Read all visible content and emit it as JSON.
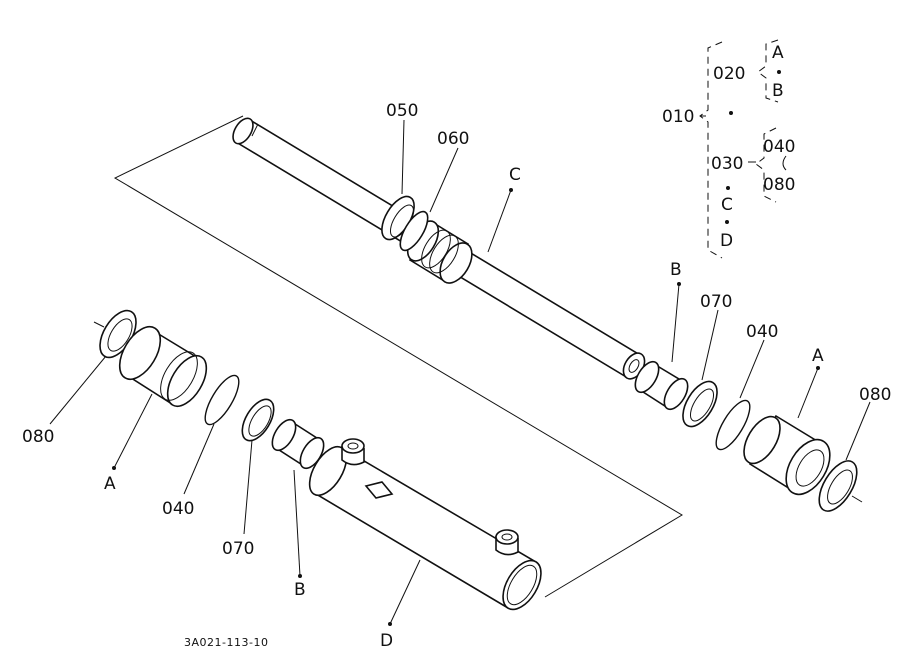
{
  "tree": {
    "root": "010",
    "group_a": "020",
    "group_a_items": [
      "A",
      "B"
    ],
    "group_b": "030",
    "group_b_items": [
      "040",
      "080"
    ],
    "loose_items": [
      "C",
      "D"
    ]
  },
  "callouts": {
    "c050": "050",
    "c060": "060",
    "cC": "C",
    "cB_right": "B",
    "c070_right": "070",
    "c040_right": "040",
    "cA_right": "A",
    "c080_right": "080",
    "c080_left": "080",
    "cA_left": "A",
    "c040_left": "040",
    "c070_left": "070",
    "cB_left": "B",
    "cD": "D"
  },
  "drawing_code": "3A021-113-10"
}
